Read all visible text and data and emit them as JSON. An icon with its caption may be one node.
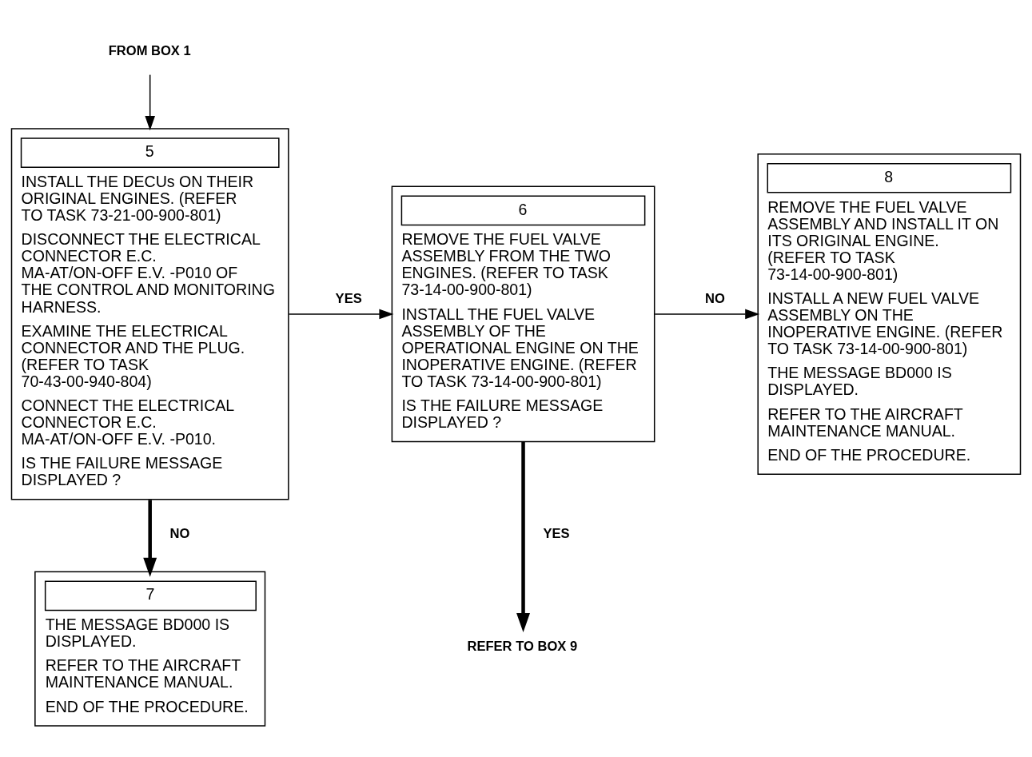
{
  "diagram": {
    "nodes": [
      {
        "text": [
          "FROM BOX 1"
        ]
      },
      {
        "text": [
          "5",
          "INSTALL THE DECUs ON THEIR ORIGINAL ENGINES. (REFER TO TASK 73-21-00-900-801)",
          "DISCONNECT THE ELECTRICAL CONNECTOR E.C. MA-AT/ON-OFF E.V. -P010 OF THE CONTROL AND MONITORING HARNESS.",
          "EXAMINE THE ELECTRICAL CONNECTOR AND THE PLUG. (REFER TO TASK 70-43-00-940-804)",
          "CONNECT THE ELECTRICAL CONNECTOR E.C. MA-AT/ON-OFF E.V. -P010.",
          "IS THE FAILURE MESSAGE DISPLAYED ?"
        ]
      },
      {
        "text": [
          "6",
          "REMOVE THE FUEL VALVE ASSEMBLY FROM THE TWO ENGINES. (REFER TO TASK 73-14-00-900-801)",
          "INSTALL THE FUEL VALVE ASSEMBLY OF THE OPERATIONAL ENGINE ON THE INOPERATIVE ENGINE. (REFER TO TASK 73-14-00-900-801)",
          "IS THE FAILURE MESSAGE DISPLAYED ?"
        ]
      },
      {
        "text": [
          "8",
          "REMOVE THE FUEL VALVE ASSEMBLY AND INSTALL IT ON ITS ORIGINAL ENGINE. (REFER TO TASK 73-14-00-900-801)",
          "INSTALL A NEW FUEL VALVE ASSEMBLY ON THE INOPERATIVE ENGINE. (REFER TO TASK 73-14-00-900-801)",
          "THE MESSAGE BD000 IS DISPLAYED.",
          "REFER TO THE AIRCRAFT MAINTENANCE MANUAL.",
          "END OF THE PROCEDURE."
        ]
      },
      {
        "text": [
          "7",
          "THE MESSAGE BD000 IS DISPLAYED.",
          "REFER TO THE AIRCRAFT MAINTENANCE MANUAL.",
          "END OF THE PROCEDURE."
        ]
      },
      {
        "text": [
          "REFER TO BOX 9"
        ]
      }
    ],
    "edges": [
      {
        "from": 0,
        "to": 1,
        "arrow": "to"
      },
      {
        "from": 1,
        "to": 2,
        "arrow": "to",
        "label": "YES"
      },
      {
        "from": 2,
        "to": 3,
        "arrow": "to",
        "label": "NO"
      },
      {
        "from": 1,
        "to": 4,
        "arrow": "to",
        "label": "NO",
        "style": "thick"
      },
      {
        "from": 2,
        "to": 5,
        "arrow": "to",
        "label": "YES",
        "style": "thick"
      }
    ]
  }
}
